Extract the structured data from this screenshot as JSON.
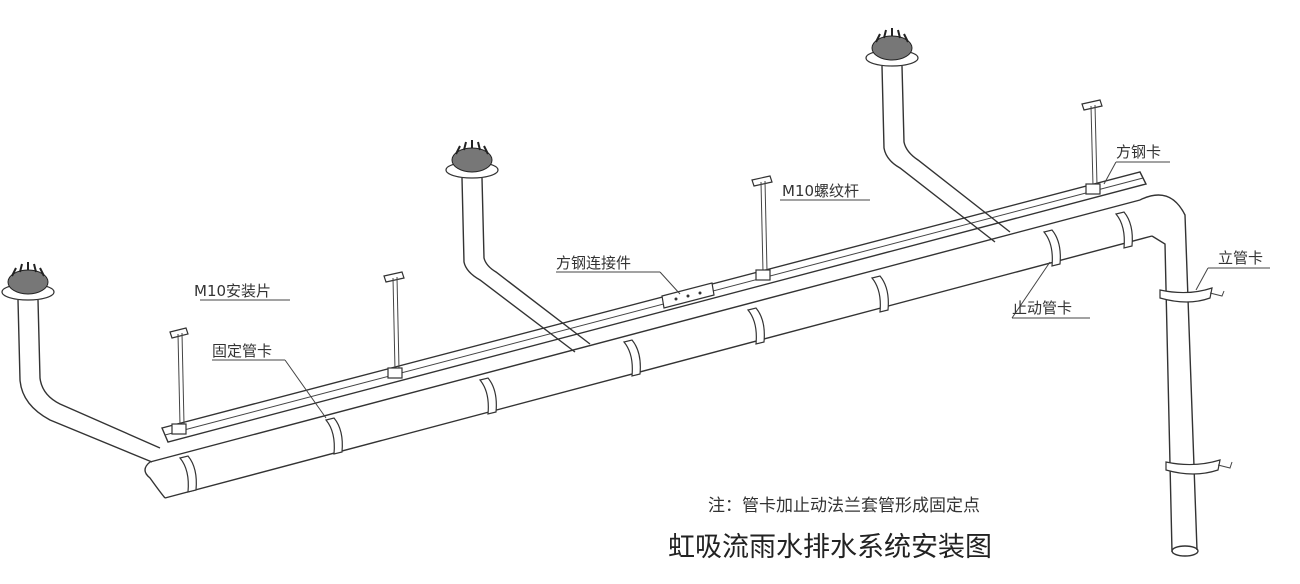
{
  "labels": {
    "m10_plate": "M10安装片",
    "fixed_clamp": "固定管卡",
    "steel_connector": "方钢连接件",
    "m10_rod": "M10螺纹杆",
    "steel_clamp": "方钢卡",
    "riser_clamp": "立管卡",
    "stop_clamp": "止动管卡"
  },
  "note": "注：管卡加止动法兰套管形成固定点",
  "title": "虹吸流雨水排水系统安装图"
}
